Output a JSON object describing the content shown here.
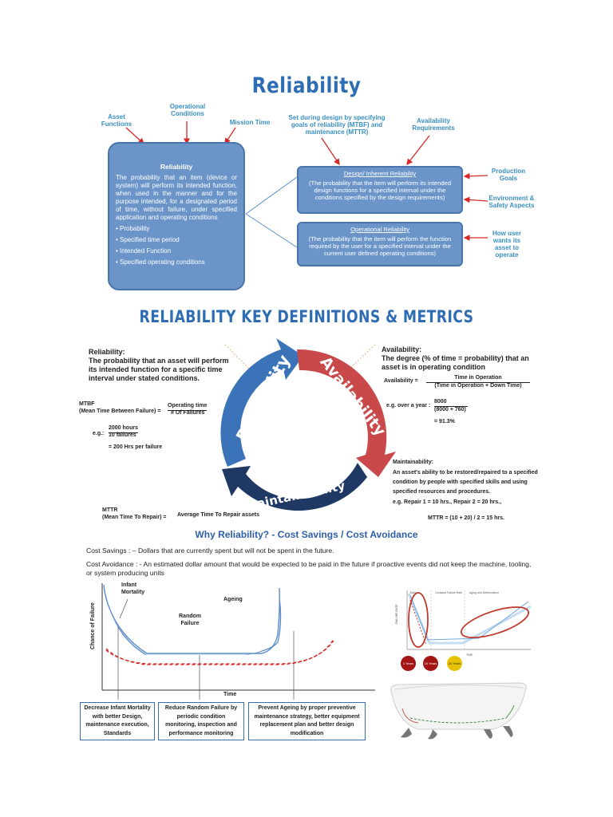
{
  "reliability_section": {
    "title": "Reliability",
    "callouts": {
      "asset_functions": "Asset Functions",
      "operational_conditions": "Operational Conditions",
      "mission_time": "Mission Time",
      "set_during_design": "Set during design by specifying goals of reliability (MTBF) and maintenance (MTTR)",
      "availability_requirements": "Availability Requirements",
      "production_goals": "Production Goals",
      "environment_safety": "Environment & Safety Aspects",
      "how_user": "How user wants its asset to operate"
    },
    "main_box": {
      "title": "Reliability",
      "definition": "The probability that an item (device or system) will perform its intended function, when used in the manner and for the purpose intended, for a designated period of time, without failure, under specified application and operating conditions",
      "bullets": [
        "• Probability",
        "• Specified time period",
        "• Intended Function",
        "• Specified operating conditions"
      ]
    },
    "design_box": {
      "title": "Design/ Inherent Reliability",
      "text": "(The probability that the item will perform its intended design functions for a specified interval under the conditions specified by the design requirements)"
    },
    "operational_box": {
      "title": "Operational Reliability",
      "text": "(The probability that the item will perform the function required by the user for a specified interval under the current user defined operating conditions)"
    }
  },
  "key_definitions": {
    "title": "RELIABILITY KEY DEFINITIONS & METRICS",
    "cycle_labels": {
      "reliability": "Reliability",
      "availability": "Availability",
      "maintainability": "Maintainability"
    },
    "reliability_def_title": "Reliability:",
    "reliability_def": "The probability that an asset will perform its intended function for a specific time interval under stated conditions.",
    "availability_def_title": "Availability:",
    "availability_def": "The degree (% of time = probability) that an asset is in operating condition",
    "availability_eq_label": "Availability =",
    "availability_num": "Time in Operation",
    "availability_den": "(Time in Operation + Down Time)",
    "avail_eg": "e.g. over a year :",
    "avail_eg_num": "8000",
    "avail_eg_den": "(8000 + 760)",
    "avail_result": "= 91.3%",
    "mtbf_label": "MTBF",
    "mtbf_expansion": "(Mean Time Between Failure) =",
    "mtbf_num": "Operating time",
    "mtbf_den": "# Of Failures",
    "mtbf_eg": "e.g.:",
    "mtbf_eg_num": "2000 hours",
    "mtbf_eg_den": "10 failures",
    "mtbf_result": "= 200 Hrs per failure",
    "maint_title": "Maintainability:",
    "maint_def": "An asset's ability to be restored/repaired to a specified condition by people with specified skills and using specified resources and procedures.",
    "maint_eg": "e.g.   Repair 1 = 10 hrs.,   Repair 2 = 20 hrs.,",
    "mttr_eq": "MTTR = (10 + 20) / 2 = 15 hrs.",
    "mttr_label": "MTTR",
    "mttr_expansion": "(Mean Time To Repair) =",
    "mttr_value": "Average Time To Repair assets"
  },
  "why_section": {
    "title": "Why Reliability? - Cost Savings / Cost Avoidance",
    "cost_savings": "Cost Savings : – Dollars that are currently spent but will not be spent in the future.",
    "cost_avoidance": "Cost Avoidance : - An estimated dollar amount that would be expected to be paid in the future if proactive  events did not keep the machine, tooling, or system producing units"
  },
  "bathtub": {
    "ylabel": "Chance of Failure",
    "xlabel": "Time",
    "infant": "Infant Mortality",
    "random": "Random Failure",
    "ageing": "Ageing",
    "box1": "Decrease Infant Mortality with better Design, maintenance execution, Standards",
    "box2": "Reduce Random Failure by periodic condition monitoring, inspection and performance monitoring",
    "box3": "Prevent Ageing by proper preventive maintenance strategy, better equipment replacement plan and better design modification"
  },
  "small_chart": {
    "ylabel": "FAILURE RATE",
    "xlabel": "TIME",
    "region_labels": [
      "Early",
      "Constant Failure Rate",
      "Aging and Deterioration"
    ],
    "circles": [
      "1 Years",
      "10 Years",
      "20 Years"
    ]
  },
  "colors": {
    "blue": "#2e6db3",
    "box": "#6b95c9",
    "red": "#c0504d",
    "navy": "#1f3864",
    "green": "#2e7d32"
  }
}
